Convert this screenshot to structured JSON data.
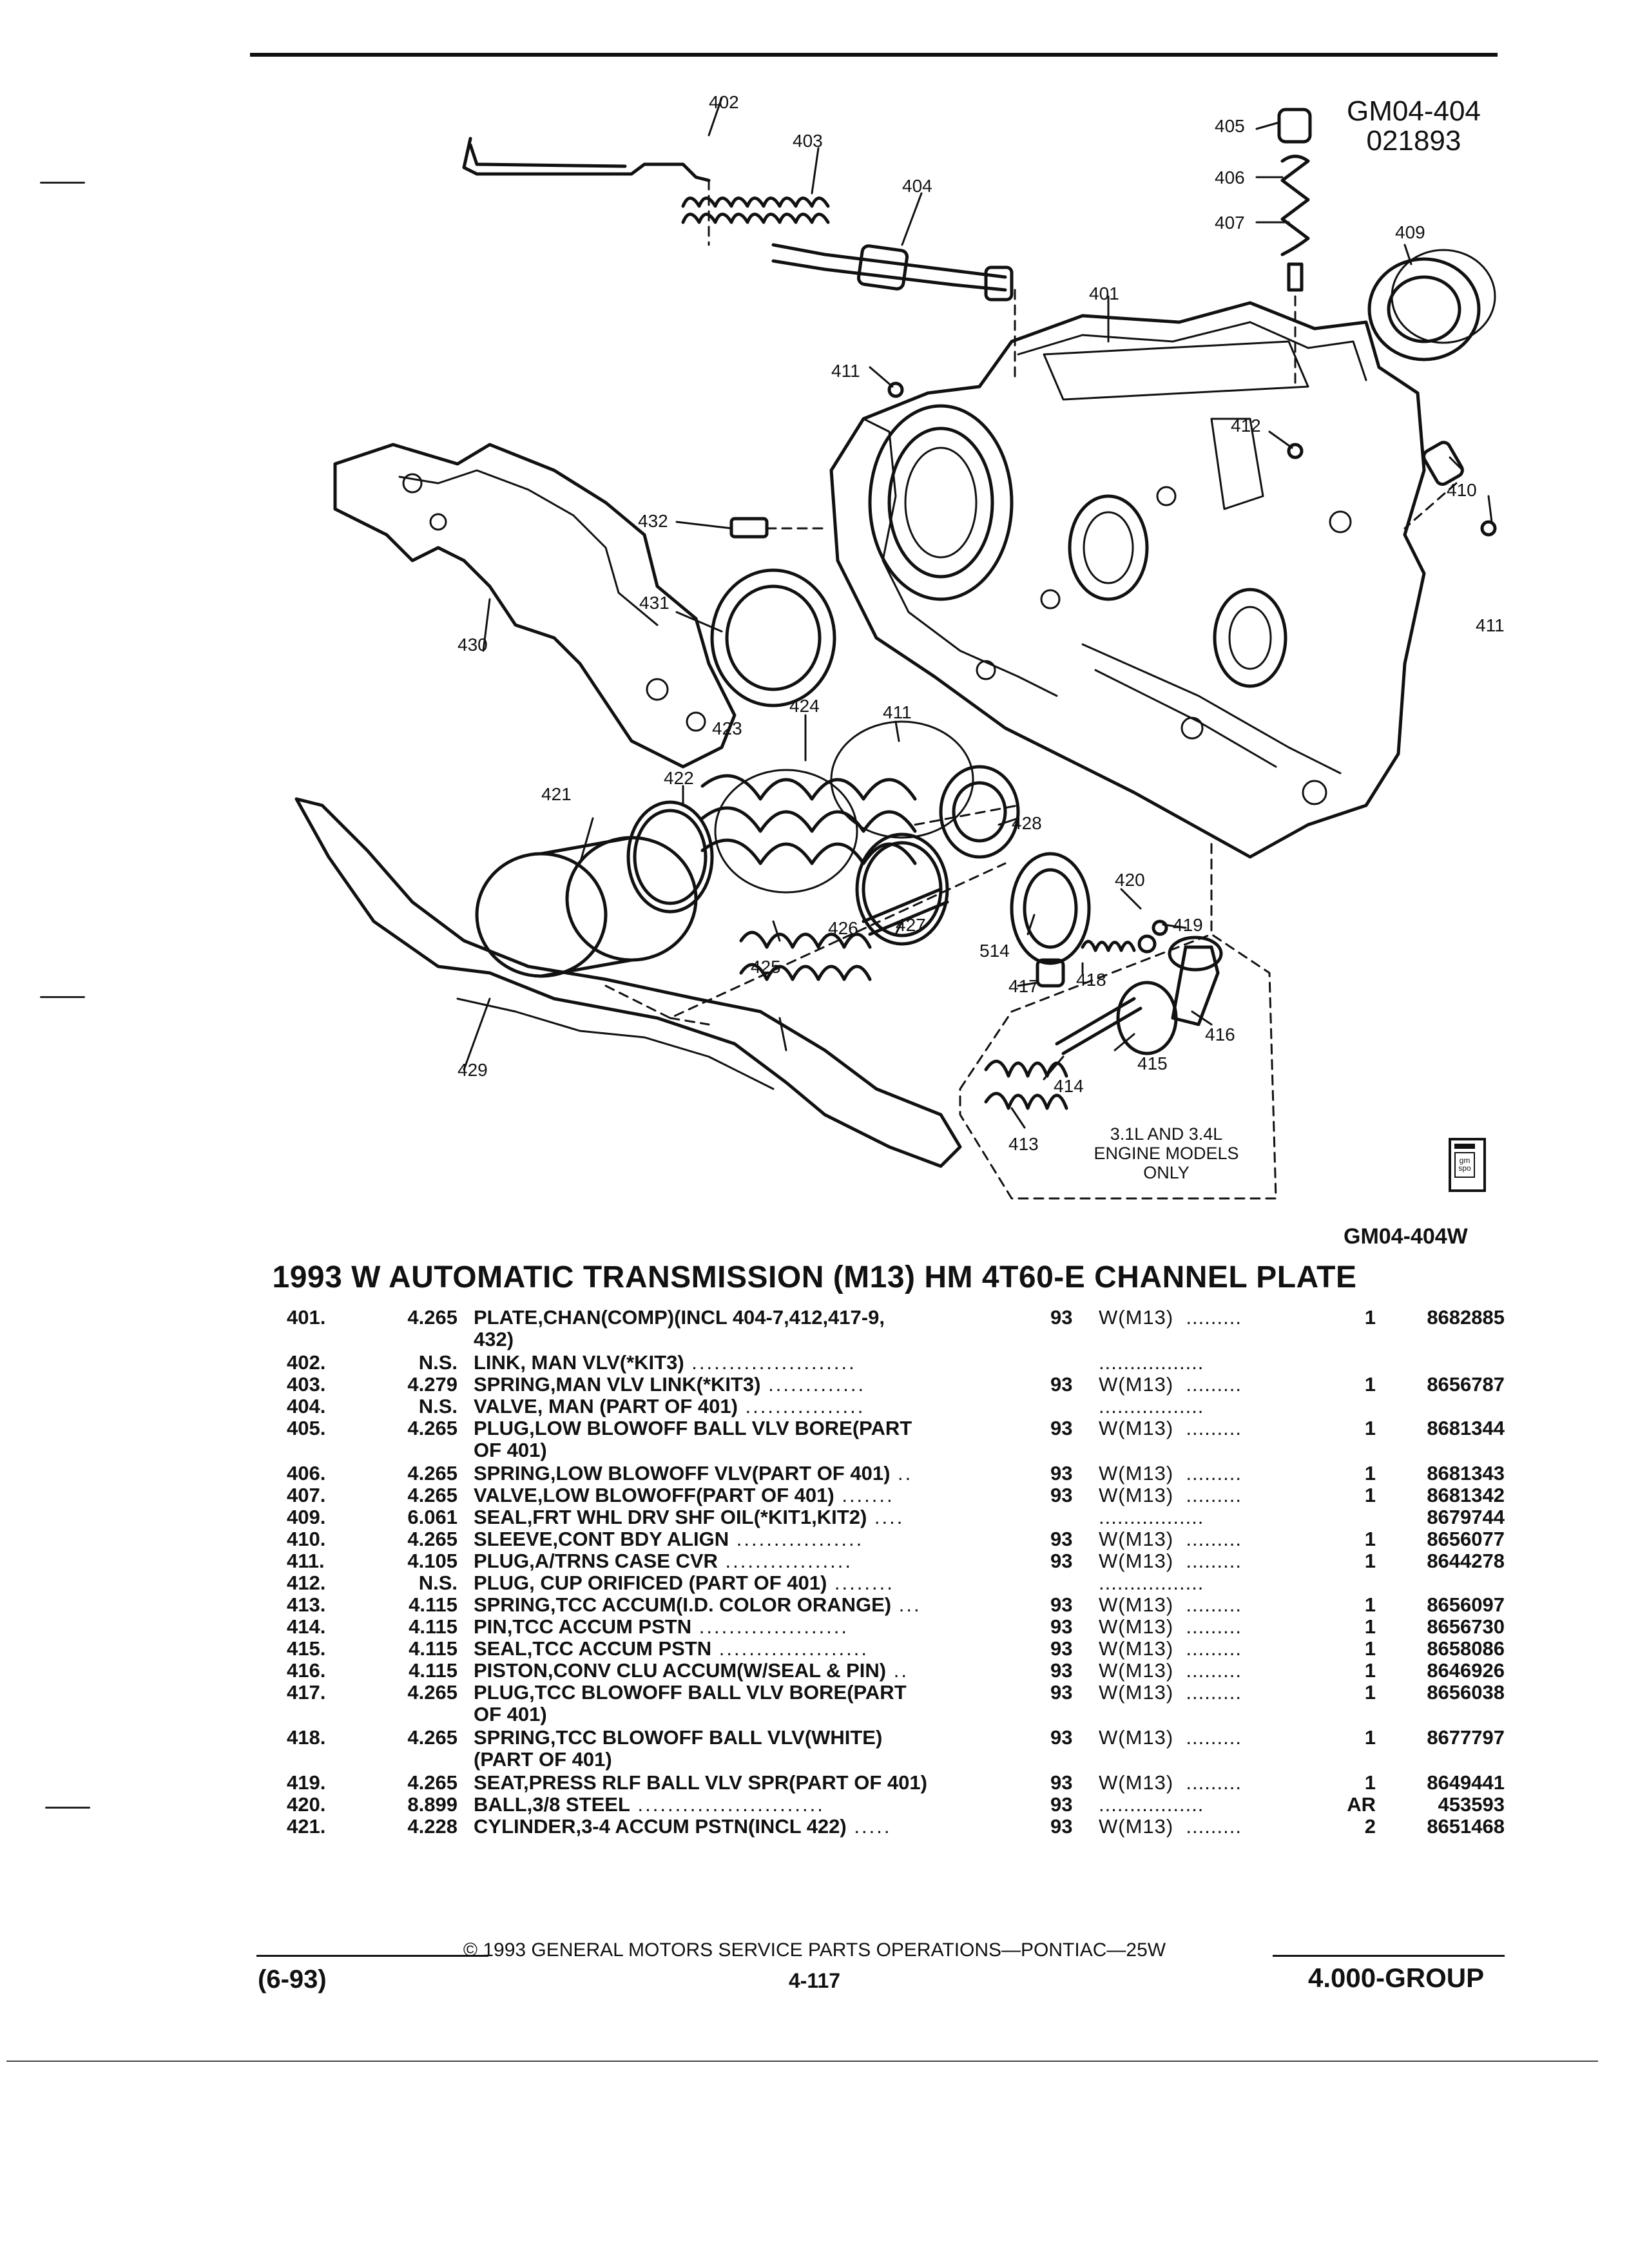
{
  "header": {
    "figure_code_line1": "GM04-404",
    "figure_code_line2": "021893"
  },
  "diagram": {
    "callouts": [
      "402",
      "403",
      "404",
      "405",
      "406",
      "407",
      "409",
      "401",
      "411",
      "410",
      "412",
      "411",
      "432",
      "431",
      "430",
      "411",
      "424",
      "423",
      "422",
      "421",
      "428",
      "420",
      "419",
      "514",
      "418",
      "417",
      "427",
      "426",
      "425",
      "429",
      "416",
      "415",
      "414",
      "413"
    ],
    "engine_note": [
      "3.1L AND 3.4L",
      "ENGINE MODELS",
      "ONLY"
    ],
    "logo_text": "gm spo",
    "figure_id": "GM04-404W"
  },
  "title": "1993 W AUTOMATIC TRANSMISSION (M13) HM 4T60-E CHANNEL PLATE",
  "parts": [
    {
      "num": "401.",
      "group": "4.265",
      "name": "PLATE",
      "desc": ",CHAN(COMP)(INCL 404-7,412,417-9,",
      "cont": "432)",
      "dots": "",
      "year": "93",
      "model": "W(M13)  .........",
      "qty": "1",
      "pn": "8682885"
    },
    {
      "num": "402.",
      "group": "N.S.",
      "name": "LINK",
      "desc": ", MAN VLV(*KIT3)",
      "cont": "",
      "dots": " ......................",
      "year": "",
      "model": ".................",
      "qty": "",
      "pn": ""
    },
    {
      "num": "403.",
      "group": "4.279",
      "name": "SPRING",
      "desc": ",MAN VLV LINK(*KIT3)",
      "cont": "",
      "dots": " .............",
      "year": "93",
      "model": "W(M13)  .........",
      "qty": "1",
      "pn": "8656787"
    },
    {
      "num": "404.",
      "group": "N.S.",
      "name": "VALVE",
      "desc": ", MAN (PART OF 401)",
      "cont": "",
      "dots": " ................",
      "year": "",
      "model": ".................",
      "qty": "",
      "pn": ""
    },
    {
      "num": "405.",
      "group": "4.265",
      "name": "PLUG",
      "desc": ",LOW BLOWOFF BALL VLV BORE(PART",
      "cont": "OF 401)",
      "dots": "",
      "year": "93",
      "model": "W(M13)  .........",
      "qty": "1",
      "pn": "8681344"
    },
    {
      "num": "406.",
      "group": "4.265",
      "name": "SPRING",
      "desc": ",LOW BLOWOFF VLV(PART OF 401)",
      "cont": "",
      "dots": " ..",
      "year": "93",
      "model": "W(M13)  .........",
      "qty": "1",
      "pn": "8681343"
    },
    {
      "num": "407.",
      "group": "4.265",
      "name": "VALVE",
      "desc": ",LOW BLOWOFF(PART OF 401)",
      "cont": "",
      "dots": " .......",
      "year": "93",
      "model": "W(M13)  .........",
      "qty": "1",
      "pn": "8681342"
    },
    {
      "num": "409.",
      "group": "6.061",
      "name": "SEAL",
      "desc": ",FRT WHL DRV SHF OIL(*KIT1,KIT2)",
      "cont": "",
      "dots": " ....",
      "year": "",
      "model": ".................",
      "qty": "",
      "pn": "8679744"
    },
    {
      "num": "410.",
      "group": "4.265",
      "name": "SLEEVE",
      "desc": ",CONT BDY ALIGN",
      "cont": "",
      "dots": " .................",
      "year": "93",
      "model": "W(M13)  .........",
      "qty": "1",
      "pn": "8656077"
    },
    {
      "num": "411.",
      "group": "4.105",
      "name": "PLUG",
      "desc": ",A/TRNS CASE CVR",
      "cont": "",
      "dots": " .................",
      "year": "93",
      "model": "W(M13)  .........",
      "qty": "1",
      "pn": "8644278"
    },
    {
      "num": "412.",
      "group": "N.S.",
      "name": "PLUG",
      "desc": ", CUP ORIFICED (PART OF 401)",
      "cont": "",
      "dots": " ........",
      "year": "",
      "model": ".................",
      "qty": "",
      "pn": ""
    },
    {
      "num": "413.",
      "group": "4.115",
      "name": "SPRING",
      "desc": ",TCC ACCUM(I.D. COLOR ORANGE)",
      "cont": "",
      "dots": " ...",
      "year": "93",
      "model": "W(M13)  .........",
      "qty": "1",
      "pn": "8656097"
    },
    {
      "num": "414.",
      "group": "4.115",
      "name": "PIN",
      "desc": ",TCC ACCUM PSTN",
      "cont": "",
      "dots": " ....................",
      "year": "93",
      "model": "W(M13)  .........",
      "qty": "1",
      "pn": "8656730"
    },
    {
      "num": "415.",
      "group": "4.115",
      "name": "SEAL",
      "desc": ",TCC ACCUM PSTN",
      "cont": "",
      "dots": " ....................",
      "year": "93",
      "model": "W(M13)  .........",
      "qty": "1",
      "pn": "8658086"
    },
    {
      "num": "416.",
      "group": "4.115",
      "name": "PISTON",
      "desc": ",CONV CLU ACCUM(W/SEAL & PIN)",
      "cont": "",
      "dots": " ..",
      "year": "93",
      "model": "W(M13)  .........",
      "qty": "1",
      "pn": "8646926"
    },
    {
      "num": "417.",
      "group": "4.265",
      "name": "PLUG",
      "desc": ",TCC BLOWOFF BALL VLV BORE(PART",
      "cont": "OF 401)",
      "dots": "",
      "year": "93",
      "model": "W(M13)  .........",
      "qty": "1",
      "pn": "8656038"
    },
    {
      "num": "418.",
      "group": "4.265",
      "name": "SPRING",
      "desc": ",TCC BLOWOFF BALL VLV(WHITE)",
      "cont": "(PART OF 401)",
      "dots": "",
      "year": "93",
      "model": "W(M13)  .........",
      "qty": "1",
      "pn": "8677797"
    },
    {
      "num": "419.",
      "group": "4.265",
      "name": "SEAT",
      "desc": ",PRESS RLF BALL VLV SPR(PART OF 401)",
      "cont": "",
      "dots": "",
      "year": "93",
      "model": "W(M13)  .........",
      "qty": "1",
      "pn": "8649441"
    },
    {
      "num": "420.",
      "group": "8.899",
      "name": "BALL",
      "desc": ",3/8 STEEL",
      "cont": "",
      "dots": " .........................",
      "year": "93",
      "model": ".................",
      "qty": "AR",
      "pn": "453593"
    },
    {
      "num": "421.",
      "group": "4.228",
      "name": "CYLINDER",
      "desc": ",3-4 ACCUM PSTN(INCL 422)",
      "cont": "",
      "dots": " .....",
      "year": "93",
      "model": "W(M13)  .........",
      "qty": "2",
      "pn": "8651468"
    }
  ],
  "footer": {
    "copyright": "© 1993 GENERAL MOTORS SERVICE PARTS OPERATIONS—PONTIAC—25W",
    "date": "(6-93)",
    "page": "4-117",
    "group": "4.000-GROUP"
  }
}
